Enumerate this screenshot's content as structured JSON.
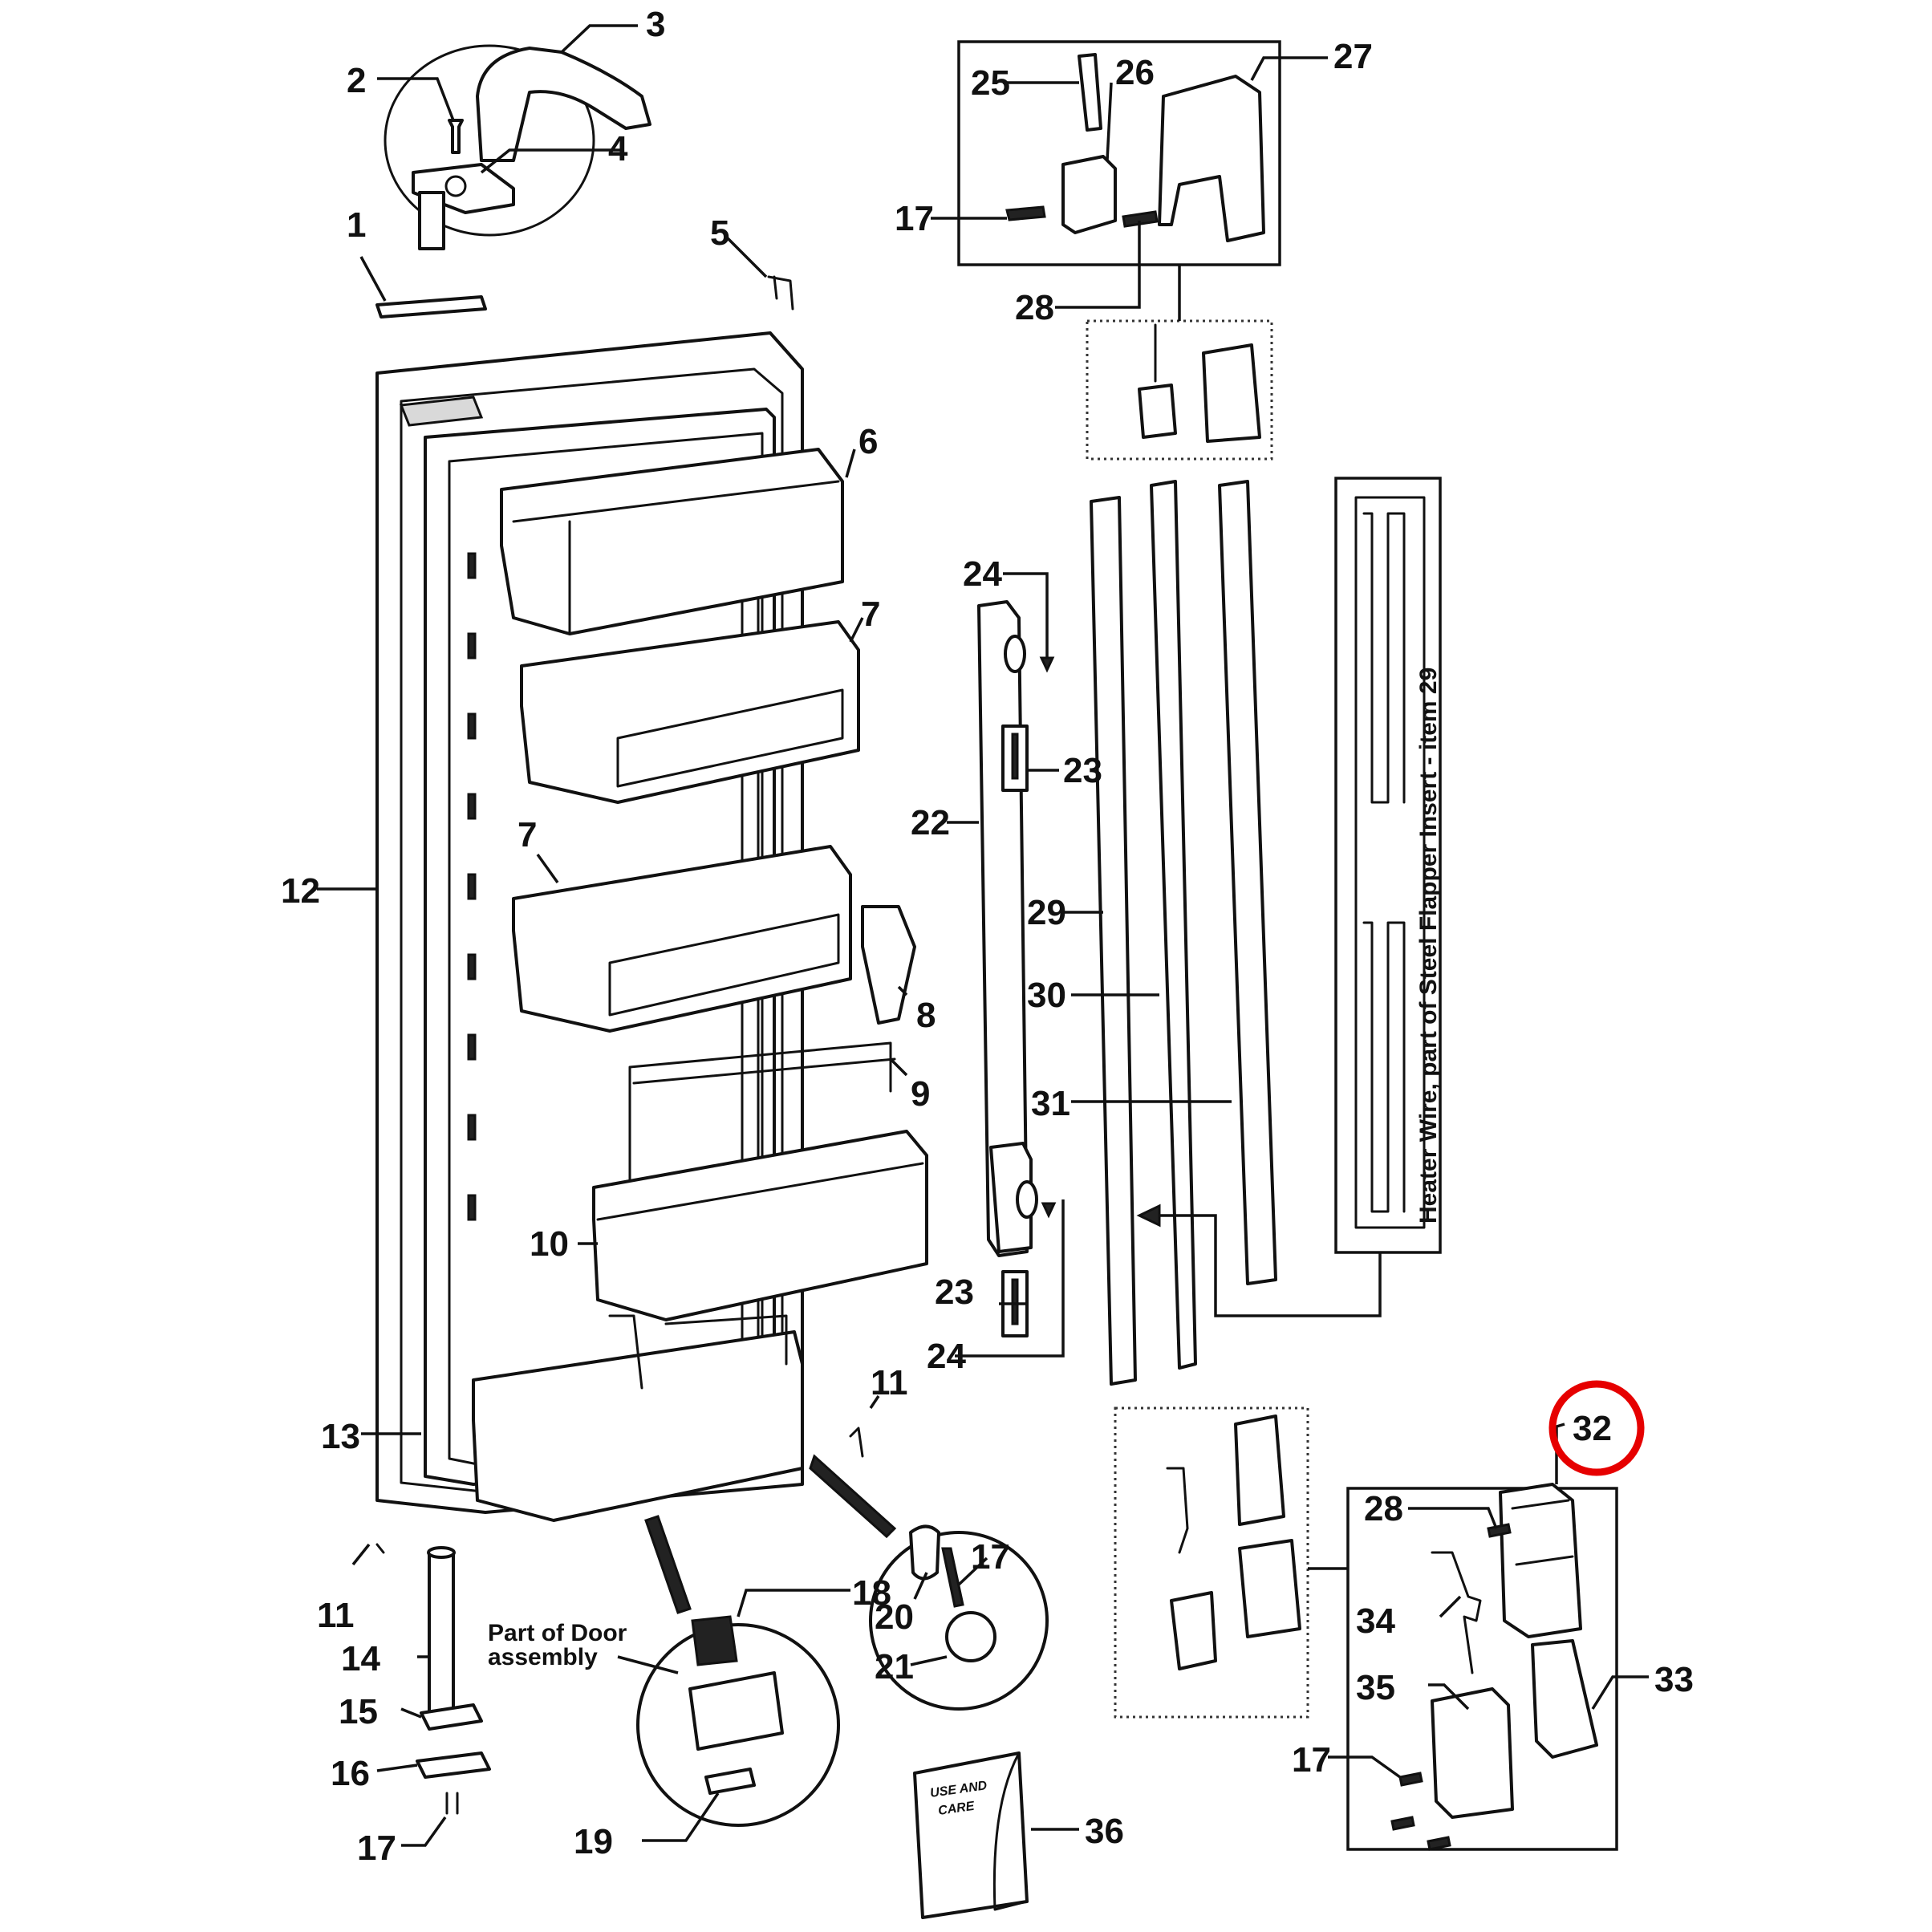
{
  "diagram": {
    "callouts": {
      "c1": "1",
      "c2": "2",
      "c3": "3",
      "c4": "4",
      "c5": "5",
      "c6": "6",
      "c7a": "7",
      "c7b": "7",
      "c8": "8",
      "c9": "9",
      "c10": "10",
      "c11a": "11",
      "c11b": "11",
      "c12": "12",
      "c13": "13",
      "c14": "14",
      "c15": "15",
      "c16": "16",
      "c17a": "17",
      "c17b": "17",
      "c17c": "17",
      "c17d": "17",
      "c18": "18",
      "c19": "19",
      "c20": "20",
      "c21": "21",
      "c22": "22",
      "c23a": "23",
      "c23b": "23",
      "c24a": "24",
      "c24b": "24",
      "c25": "25",
      "c26": "26",
      "c27": "27",
      "c28a": "28",
      "c28b": "28",
      "c29": "29",
      "c30": "30",
      "c31": "31",
      "c32": "32",
      "c33": "33",
      "c34": "34",
      "c35": "35",
      "c36": "36"
    },
    "notes": {
      "part_of_door_line1": "Part of Door",
      "part_of_door_line2": "assembly",
      "heater_wire": "Heater Wire, part of Steel Flapper Insert - item 29",
      "manual_line1": "USE AND",
      "manual_line2": "CARE"
    },
    "highlight": {
      "target": "32",
      "color": "#e60000"
    }
  }
}
